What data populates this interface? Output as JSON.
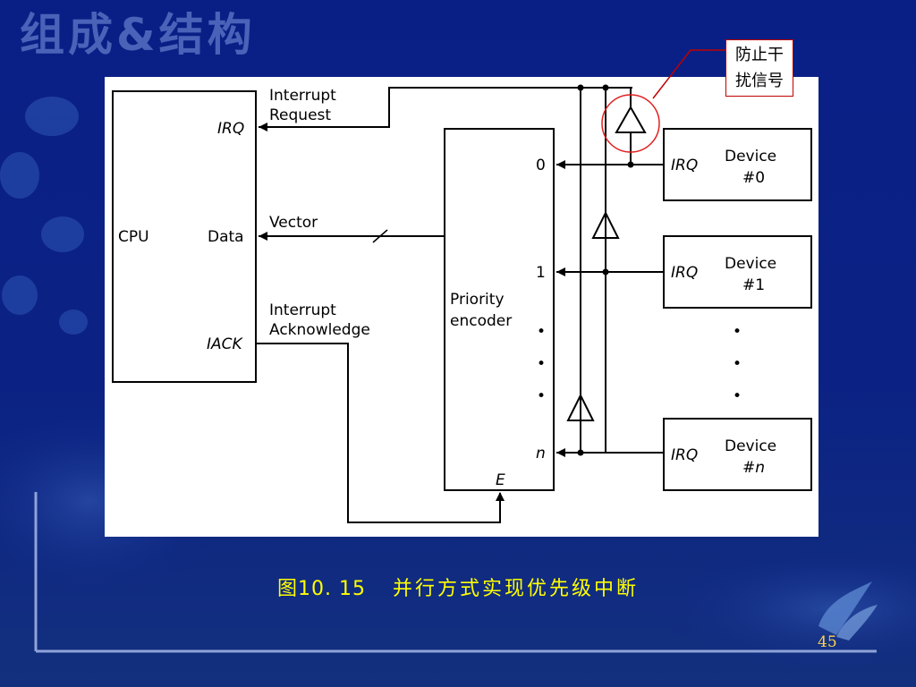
{
  "slide": {
    "title": "组成&结构",
    "caption_number": "图10. 15",
    "caption_text": "并行方式实现优先级中断",
    "page_number": "45"
  },
  "annotation": {
    "line1": "防止干",
    "line2": "扰信号"
  },
  "diagram": {
    "cpu": {
      "label": "CPU",
      "irq": "IRQ",
      "data": "Data",
      "iack": "IACK"
    },
    "signals": {
      "interrupt_request": [
        "Interrupt",
        "Request"
      ],
      "vector": "Vector",
      "interrupt_acknowledge": [
        "Interrupt",
        "Acknowledge"
      ]
    },
    "encoder": {
      "label": [
        "Priority",
        "encoder"
      ],
      "inputs": [
        "0",
        "1",
        "n"
      ],
      "enable": "E",
      "dots": [
        "•",
        "•",
        "•"
      ]
    },
    "devices": [
      {
        "irq": "IRQ",
        "name": [
          "Device",
          "#0"
        ]
      },
      {
        "irq": "IRQ",
        "name": [
          "Device",
          "#1"
        ]
      },
      {
        "irq": "IRQ",
        "name": [
          "Device",
          "#n"
        ]
      }
    ],
    "device_dots": [
      "•",
      "•",
      "•"
    ]
  }
}
